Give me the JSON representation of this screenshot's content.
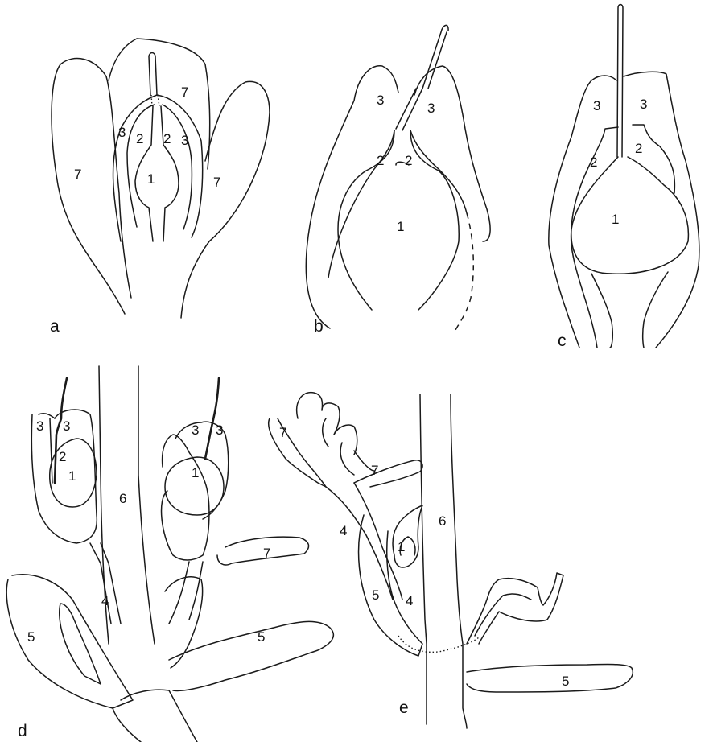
{
  "panels": {
    "a": {
      "panel_label": "a",
      "labels": {
        "l1": "1",
        "l2_left": "2",
        "l2_right": "2",
        "l3_left": "3",
        "l3_right": "3",
        "l7_left": "7",
        "l7_right": "7",
        "l7_top": "7"
      }
    },
    "b": {
      "panel_label": "b",
      "labels": {
        "l1": "1",
        "l2_left": "2",
        "l2_right": "2",
        "l3_left": "3",
        "l3_right": "3"
      }
    },
    "c": {
      "panel_label": "c",
      "labels": {
        "l1": "1",
        "l2_left": "2",
        "l2_right": "2",
        "l3_left": "3",
        "l3_right": "3"
      }
    },
    "d": {
      "panel_label": "d",
      "labels": {
        "l1_left": "1",
        "l1_right": "1",
        "l2": "2",
        "l3_a": "3",
        "l3_b": "3",
        "l3_c": "3",
        "l3_d": "3",
        "l4": "4",
        "l5_left": "5",
        "l5_right": "5",
        "l6": "6",
        "l7": "7"
      }
    },
    "e": {
      "panel_label": "e",
      "labels": {
        "l1": "1",
        "l4_upper": "4",
        "l4_lower": "4",
        "l5_left": "5",
        "l5_right": "5",
        "l6": "6",
        "l7_left": "7",
        "l7_right": "7"
      }
    }
  }
}
